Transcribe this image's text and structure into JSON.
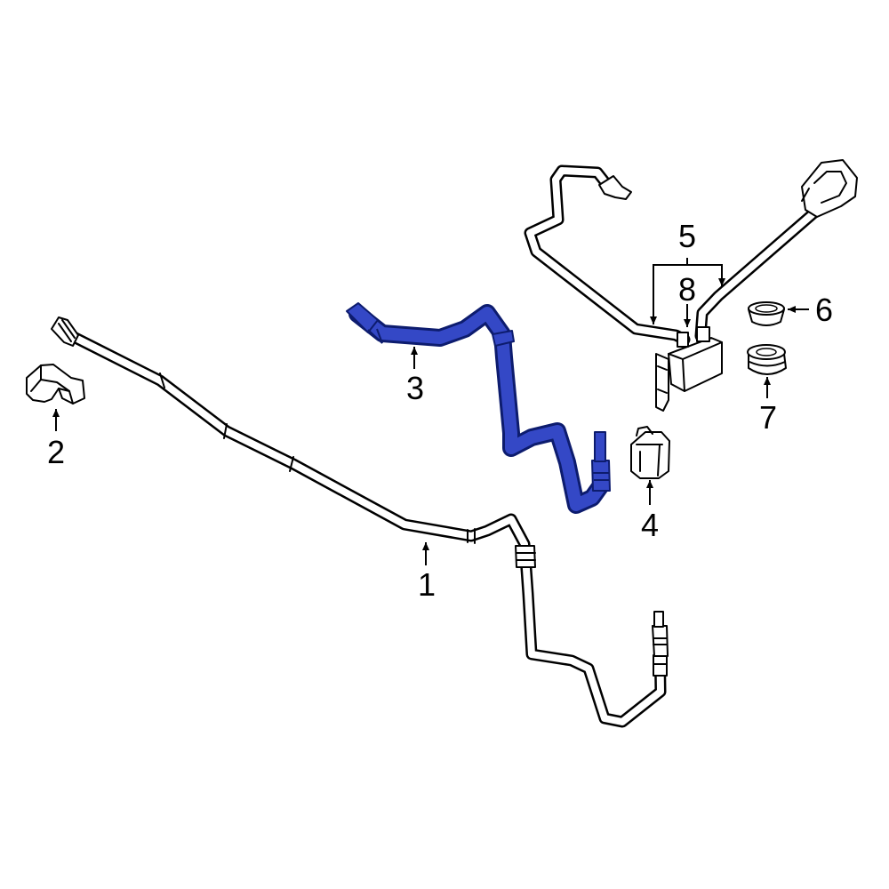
{
  "diagram": {
    "highlight_color": "#3448c6",
    "line_color": "#000000",
    "background": "#ffffff",
    "callouts": [
      {
        "id": "1",
        "label": "1"
      },
      {
        "id": "2",
        "label": "2"
      },
      {
        "id": "3",
        "label": "3"
      },
      {
        "id": "4",
        "label": "4"
      },
      {
        "id": "5",
        "label": "5"
      },
      {
        "id": "6",
        "label": "6"
      },
      {
        "id": "7",
        "label": "7"
      },
      {
        "id": "8",
        "label": "8"
      }
    ]
  }
}
